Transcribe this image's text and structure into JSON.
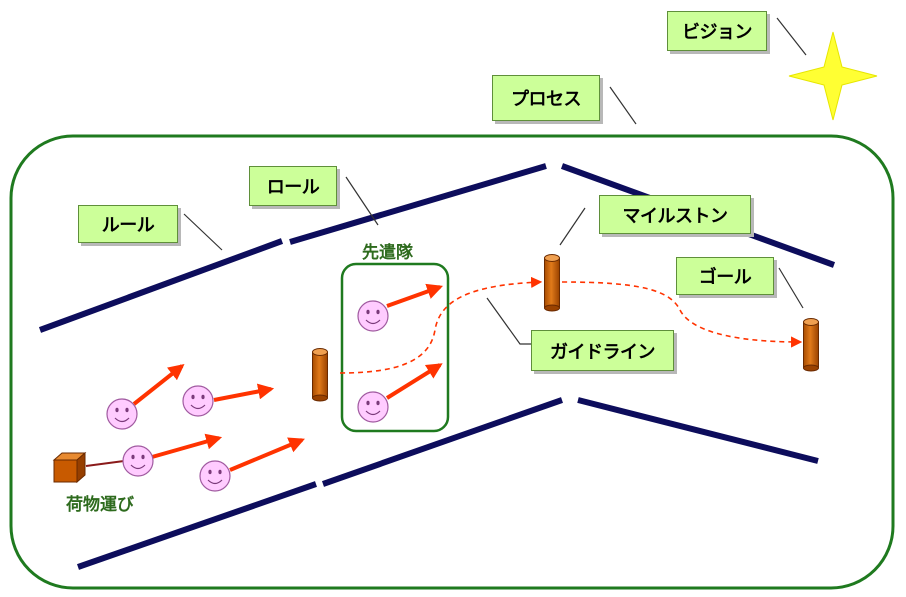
{
  "labels": {
    "vision": "ビジョン",
    "process": "プロセス",
    "role": "ロール",
    "rule": "ルール",
    "milestone": "マイルストン",
    "goal": "ゴール",
    "guideline": "ガイドライン"
  },
  "captions": {
    "vanguard": "先遣隊",
    "cargo": "荷物運び"
  },
  "colors": {
    "frame": "#1f7a1f",
    "rails": "#0d0d5c",
    "label_fill": "#ccff99",
    "label_border": "#5f8f3a",
    "arrow": "#ff3300",
    "smiley": "#ffccff",
    "post": "#cc6600",
    "star": "#ffff33",
    "caption": "#2e6b1e"
  },
  "icons": [
    "star-icon",
    "smiley-icon",
    "post-icon",
    "cargo-box-icon",
    "arrow-icon"
  ]
}
